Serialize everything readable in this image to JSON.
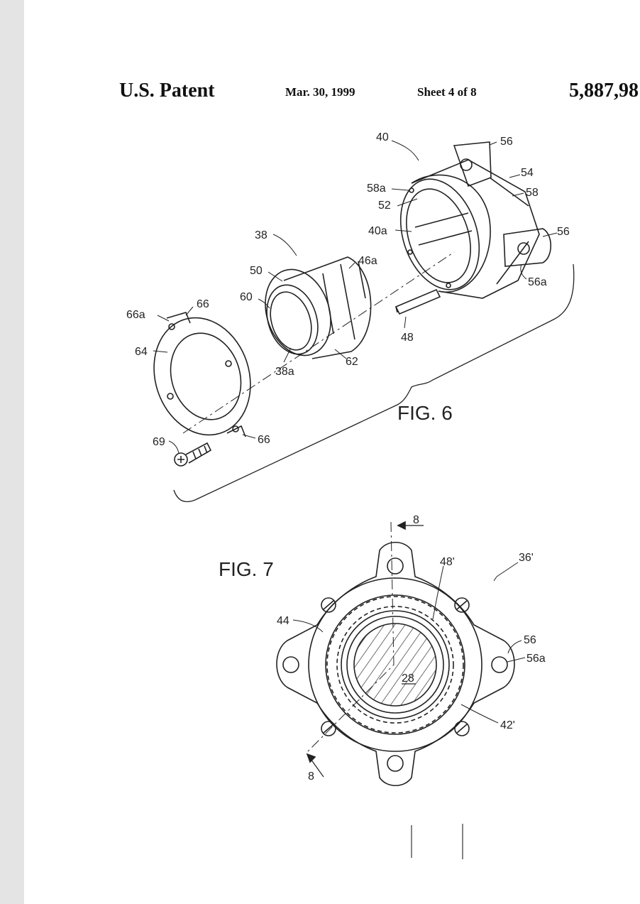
{
  "header": {
    "title": "U.S. Patent",
    "date": "Mar. 30, 1999",
    "sheet": "Sheet 4 of 8",
    "patent_number": "5,887,98"
  },
  "fig6": {
    "caption": "FIG. 6",
    "labels": {
      "l40": "40",
      "l56_top": "56",
      "l54": "54",
      "l58a": "58a",
      "l58": "58",
      "l52": "52",
      "l40a": "40a",
      "l56_right": "56",
      "l56a": "56a",
      "l38": "38",
      "l46a": "46a",
      "l50": "50",
      "l60": "60",
      "l66a": "66a",
      "l66_top": "66",
      "l64": "64",
      "l48": "48",
      "l38a": "38a",
      "l62": "62",
      "l69": "69",
      "l66_bottom": "66"
    }
  },
  "fig7": {
    "caption": "FIG. 7",
    "labels": {
      "l8_top": "8",
      "l36p": "36'",
      "l48p": "48'",
      "l44": "44",
      "l56": "56",
      "l56a": "56a",
      "l28": "28",
      "l42p": "42'",
      "l8_bottom": "8"
    }
  }
}
